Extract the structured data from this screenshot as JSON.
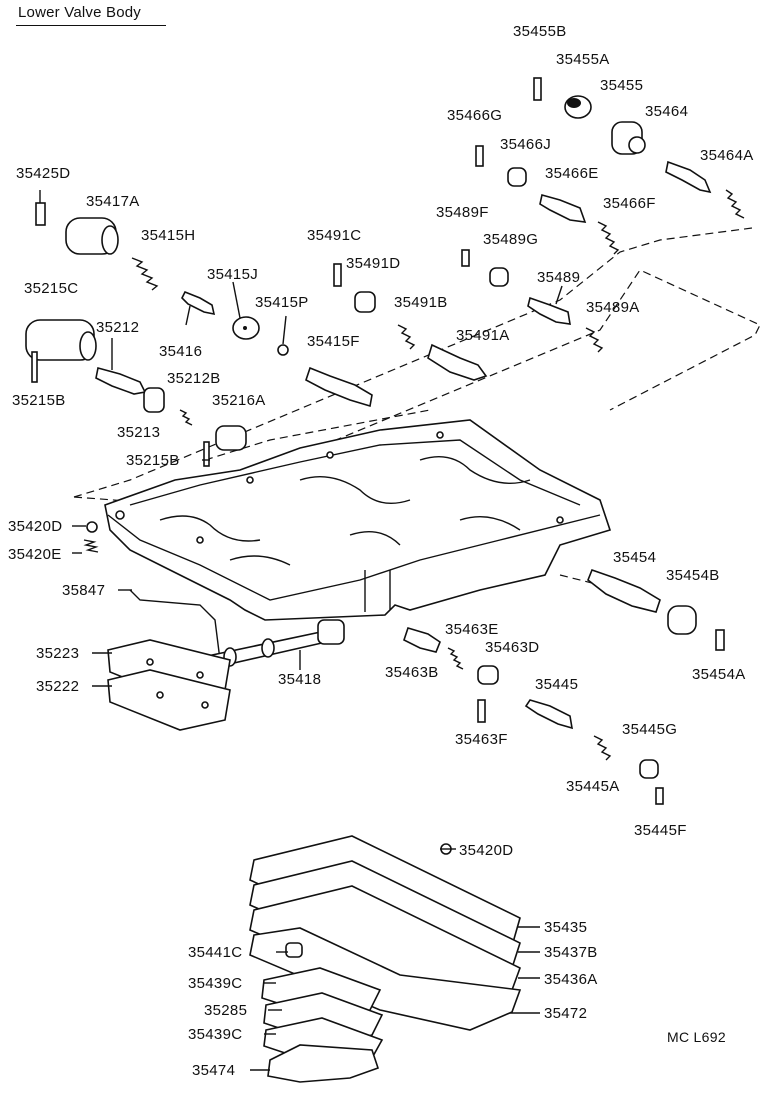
{
  "title": "Lower Valve Body",
  "ref": "MC  L692",
  "labels": {
    "p35455B": "35455B",
    "p35455A": "35455A",
    "p35455": "35455",
    "p35466G": "35466G",
    "p35464": "35464",
    "p35466J": "35466J",
    "p35464A": "35464A",
    "p35466E": "35466E",
    "p35425D": "35425D",
    "p35417A": "35417A",
    "p35466F": "35466F",
    "p35489F": "35489F",
    "p35415H": "35415H",
    "p35491C": "35491C",
    "p35489G": "35489G",
    "p35491D": "35491D",
    "p35415J": "35415J",
    "p35489": "35489",
    "p35215C": "35215C",
    "p35415P": "35415P",
    "p35491B": "35491B",
    "p35489A": "35489A",
    "p35212": "35212",
    "p35416": "35416",
    "p35415F": "35415F",
    "p35491A": "35491A",
    "p35215B_a": "35215B",
    "p35212B": "35212B",
    "p35216A": "35216A",
    "p35213": "35213",
    "p35215B_b": "35215B",
    "p35420D_a": "35420D",
    "p35420E": "35420E",
    "p35454": "35454",
    "p35454B": "35454B",
    "p35847": "35847",
    "p35463E": "35463E",
    "p35223": "35223",
    "p35463D": "35463D",
    "p35418": "35418",
    "p35222": "35222",
    "p35454A": "35454A",
    "p35463B": "35463B",
    "p35445": "35445",
    "p35445G": "35445G",
    "p35463F": "35463F",
    "p35445A": "35445A",
    "p35445F": "35445F",
    "p35420D_b": "35420D",
    "p35435": "35435",
    "p35441C": "35441C",
    "p35437B": "35437B",
    "p35439C_a": "35439C",
    "p35436A": "35436A",
    "p35285": "35285",
    "p35472": "35472",
    "p35439C_b": "35439C",
    "p35474": "35474"
  }
}
